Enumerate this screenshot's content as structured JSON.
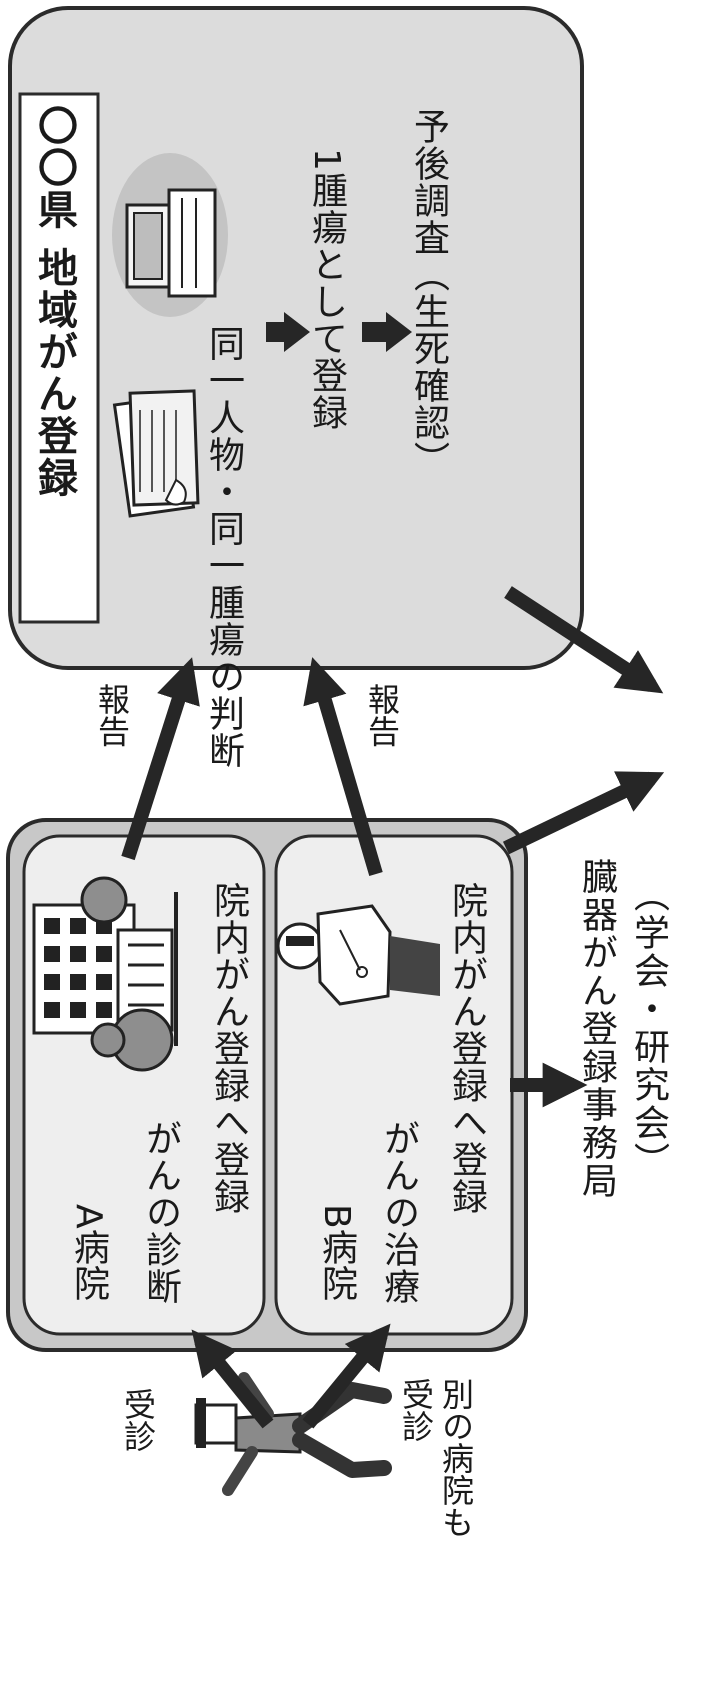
{
  "colors": {
    "panel": "#dcdcdc",
    "panel_border": "#2b2b2b",
    "hospital_group": "#c8c8c8",
    "hospital_card": "#eeeeee",
    "arrow": "#262626",
    "title_box": "#ffffff"
  },
  "registry": {
    "title": "〇〇県 地域がん登録",
    "line1": "同一人物・同一腫瘍の判断",
    "line2": "1腫瘍として登録",
    "line3": "予後調査（生死確認）"
  },
  "hospital_a": {
    "name": "A病院",
    "action": "がんの診断",
    "register": "院内がん登録へ登録"
  },
  "hospital_b": {
    "name": "B病院",
    "action": "がんの治療",
    "register": "院内がん登録へ登録"
  },
  "arrows": {
    "report_a": "報告",
    "report_b": "報告",
    "visit": "受診",
    "visit_other": "別の病院も受診"
  },
  "organ_registry": {
    "line1": "臓器がん登録事務局",
    "line2": "（学会・研究会）"
  },
  "icons": {
    "patient": "person-walking-icon",
    "computer": "computer-icon",
    "document": "document-icon",
    "building": "hospital-building-icon",
    "doctor": "doctor-icon"
  }
}
